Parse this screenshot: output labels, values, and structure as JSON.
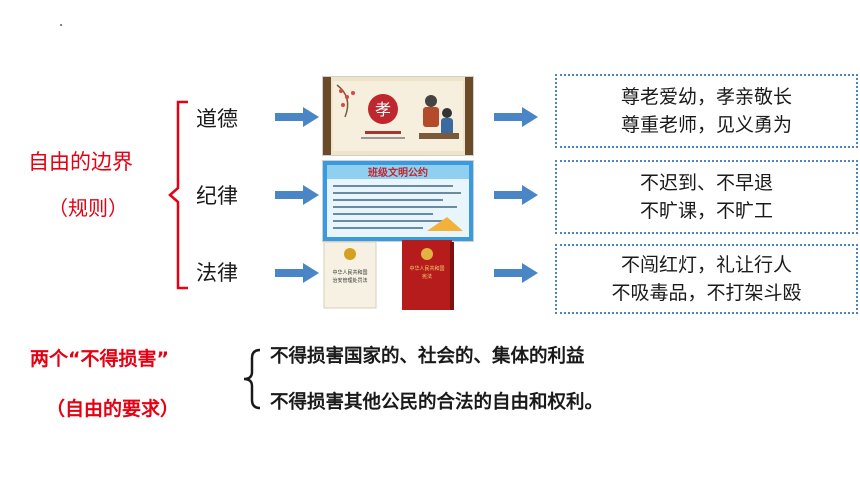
{
  "boundary": {
    "title": "自由的边界",
    "subtitle": "（规则）"
  },
  "categories": [
    {
      "label": "道德",
      "lines": [
        "尊老爱幼，孝亲敬长",
        "尊重老师，见义勇为"
      ],
      "image": "filial-piety-scroll"
    },
    {
      "label": "纪律",
      "lines": [
        "不迟到、不早退",
        "不旷课，不旷工"
      ],
      "image": "class-civility-convention-board"
    },
    {
      "label": "法律",
      "lines": [
        "不闯红灯，礼让行人",
        "不吸毒品，不打架斗殴"
      ],
      "image": "law-books"
    }
  ],
  "thumbnails": {
    "scroll_char": "孝",
    "board_title": "班级文明公约",
    "book1_title": "中华人民共和国治安管理处罚法",
    "book2_title": "中华人民共和国宪法"
  },
  "requirements": {
    "title": "两个“不得损害”",
    "subtitle": "（自由的要求）",
    "items": [
      "不得损害国家的、社会的、集体的利益",
      "不得损害其他公民的合法的自由和权利。"
    ]
  },
  "colors": {
    "accent_red": "#e60012",
    "arrow_blue": "#4a86c5",
    "box_border": "#4a86c5"
  },
  "icons": [
    "left-brace-icon",
    "right-arrow-icon"
  ]
}
